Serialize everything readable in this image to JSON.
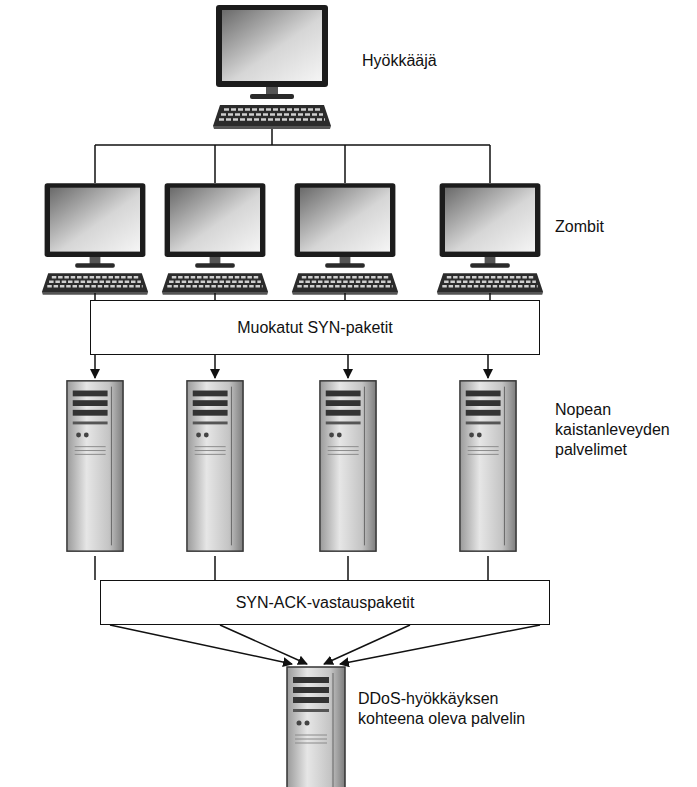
{
  "diagram": {
    "nodes": [
      {
        "text": [
          "Hyökkääjä"
        ]
      },
      {
        "text": [
          "Zombit"
        ]
      },
      {
        "text": [
          "Muokatut SYN-paketit"
        ]
      },
      {
        "text": [
          "Nopean kaistanleveyden palvelimet"
        ]
      },
      {
        "text": [
          "SYN-ACK-vastauspaketit"
        ]
      },
      {
        "text": [
          "DDoS-hyökkäyksen kohteena oleva palvelin"
        ]
      }
    ],
    "edges": [
      {
        "from": 0,
        "to": 1,
        "arrow": "none"
      },
      {
        "from": 1,
        "to": 2,
        "arrow": "none"
      },
      {
        "from": 2,
        "to": 3,
        "arrow": "to"
      },
      {
        "from": 3,
        "to": 4,
        "arrow": "none"
      },
      {
        "from": 4,
        "to": 5,
        "arrow": "to"
      }
    ]
  }
}
